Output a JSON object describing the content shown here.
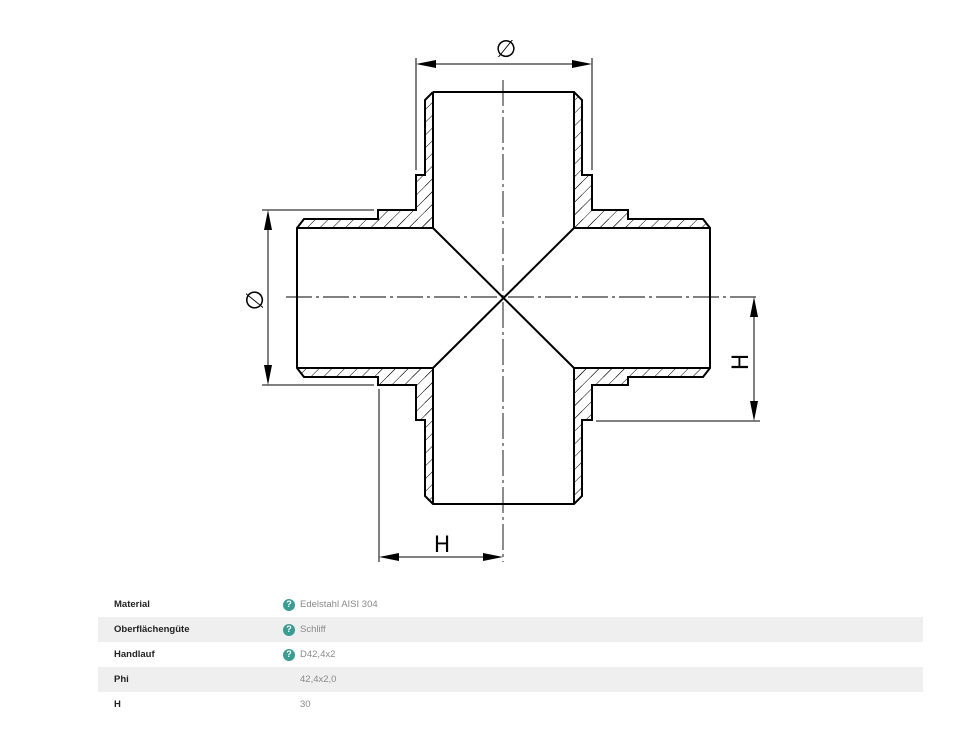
{
  "drawing": {
    "dim_top_symbol": "∅",
    "dim_left_symbol": "∅",
    "dim_right_label": "H",
    "dim_bottom_label": "H"
  },
  "specs": [
    {
      "label": "Material",
      "value": "Edelstahl AISI 304",
      "has_help": true
    },
    {
      "label": "Oberflächengüte",
      "value": "Schliff",
      "has_help": true
    },
    {
      "label": "Handlauf",
      "value": "D42,4x2",
      "has_help": true
    },
    {
      "label": "Phi",
      "value": "42,4x2,0",
      "has_help": false
    },
    {
      "label": "H",
      "value": "30",
      "has_help": false
    }
  ],
  "colors": {
    "help_icon": "#3b9c91",
    "row_shade": "#efefef"
  },
  "icons": {
    "help": "question-icon"
  },
  "help_glyph": "?"
}
